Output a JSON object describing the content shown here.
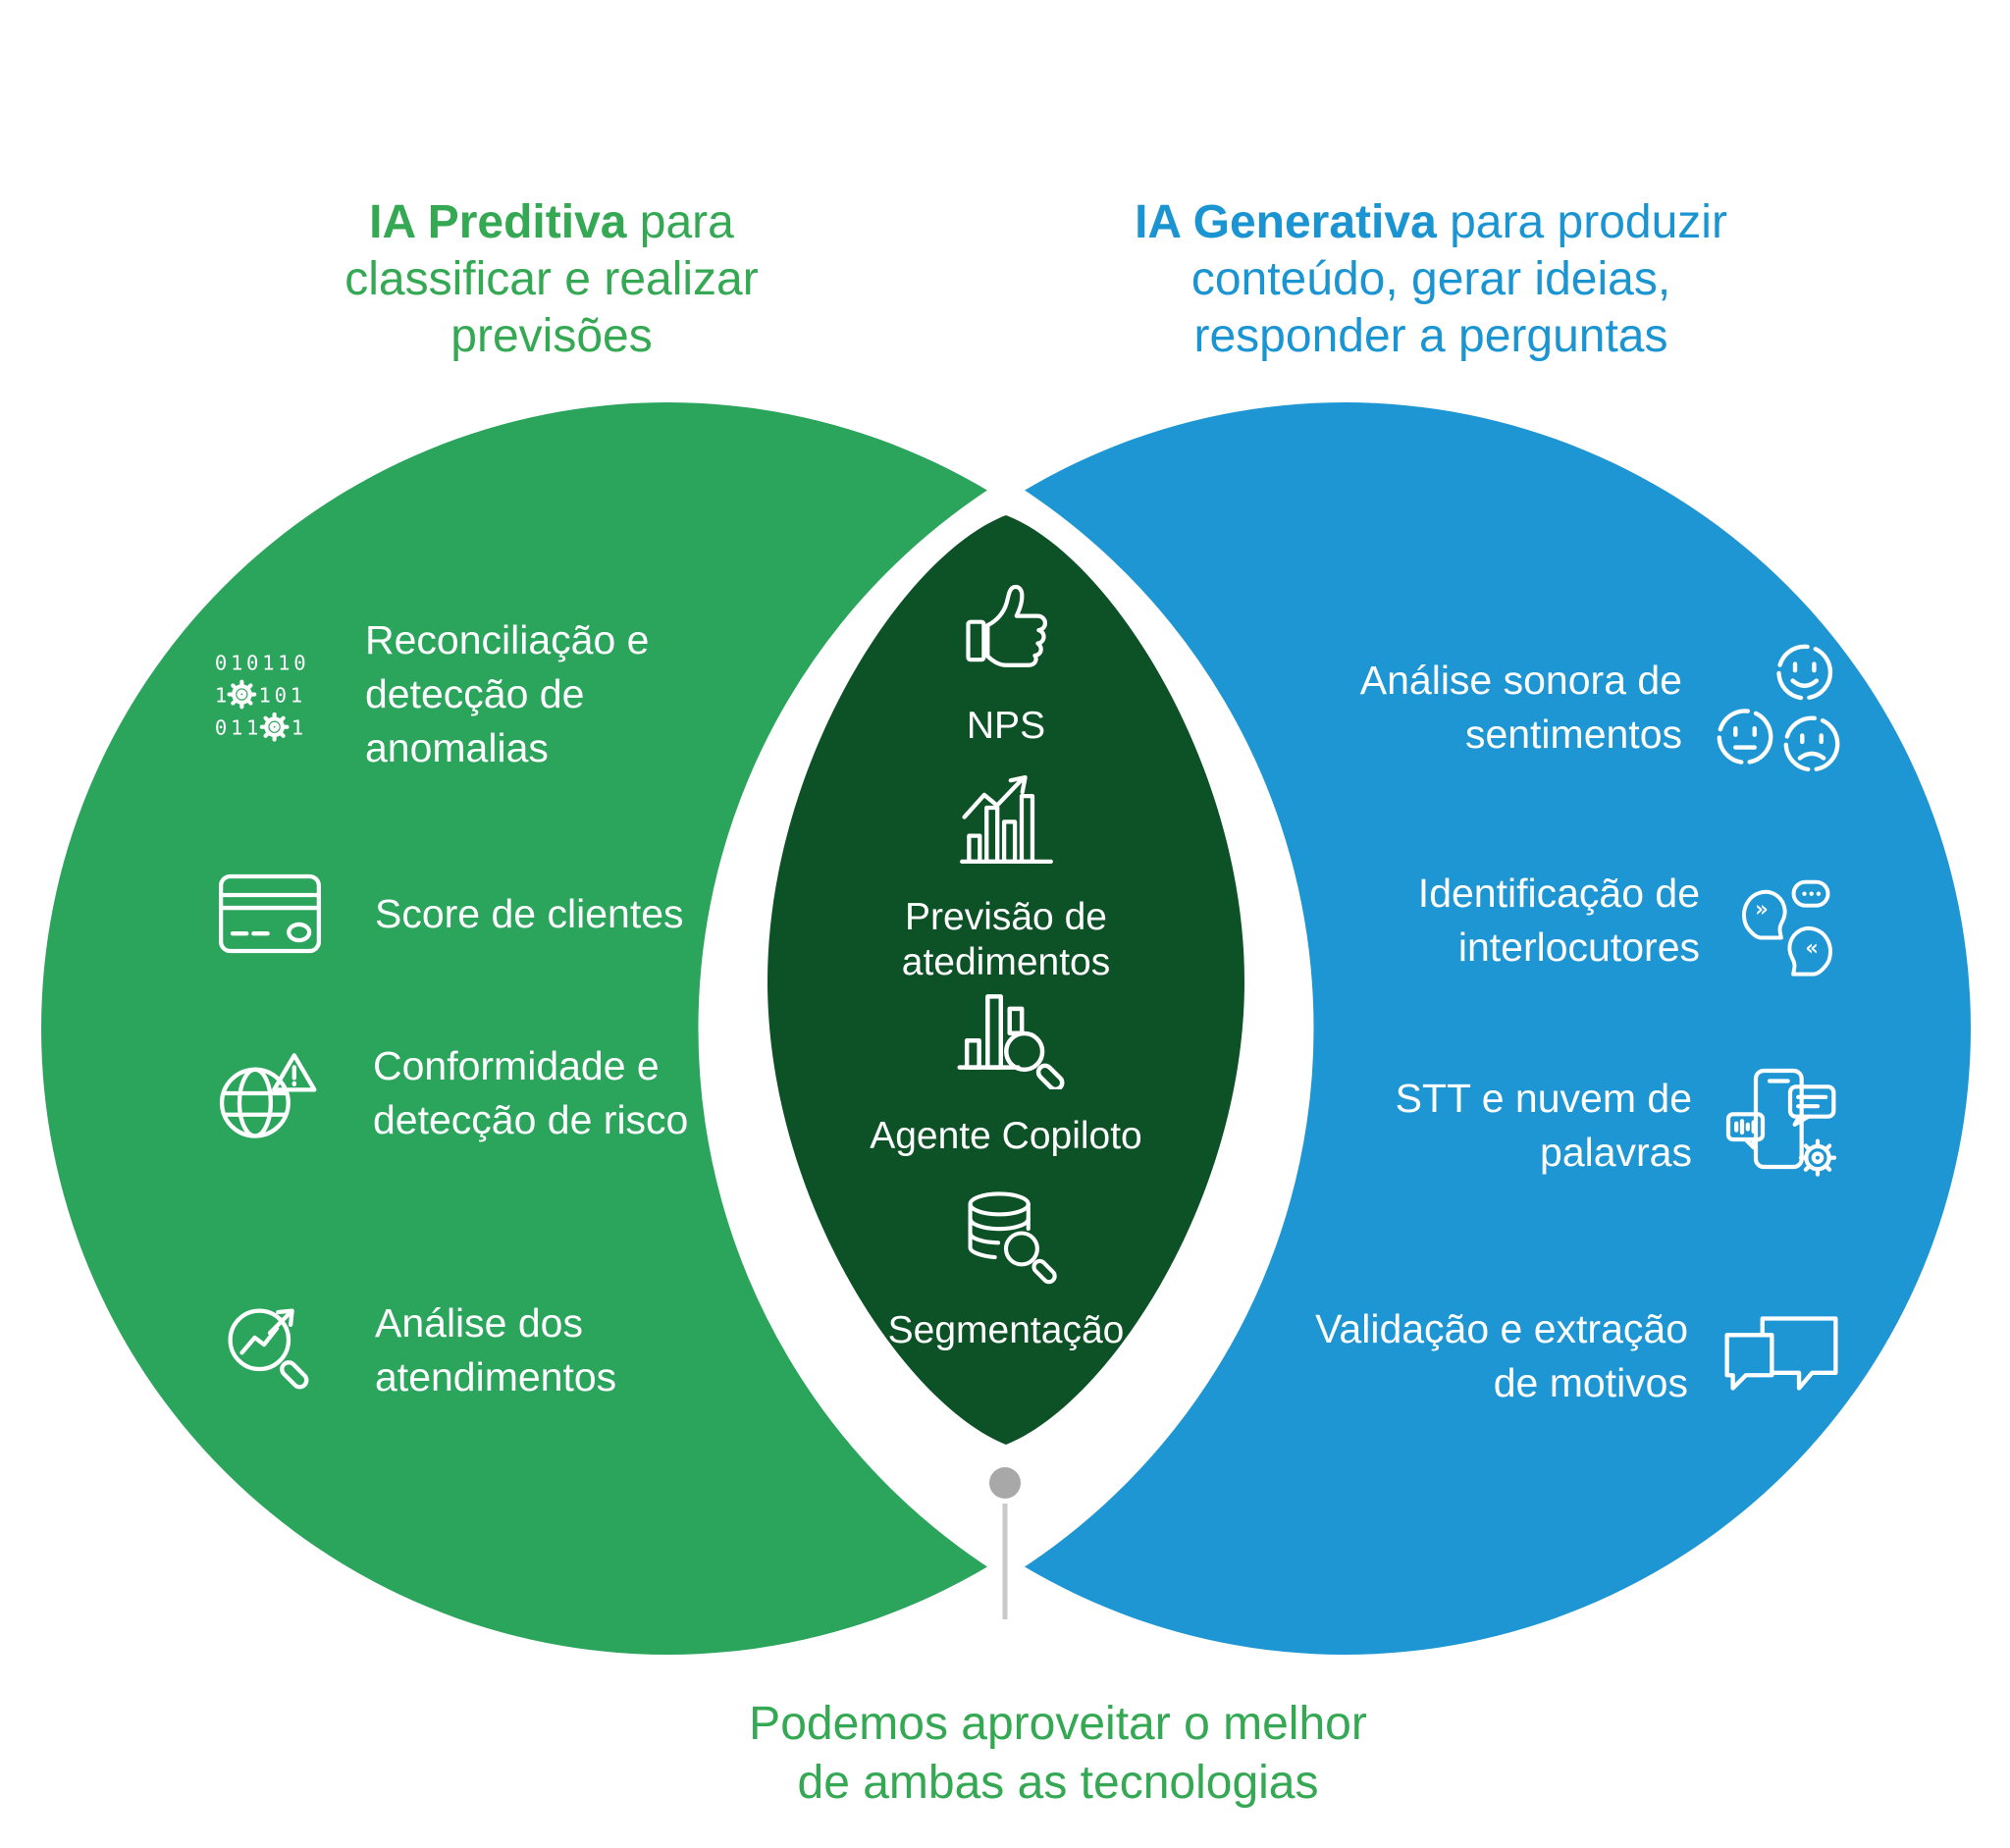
{
  "colors": {
    "green": "#2BA45C",
    "dark_green": "#0D5126",
    "blue": "#1F96D4",
    "title_green": "#34A853",
    "title_blue": "#1B95D2",
    "connector_line": "#C9C9C9",
    "dot_gray": "#A8A8A8"
  },
  "left_title": {
    "bold": "IA Preditiva",
    "rest": " para",
    "line2": "classificar e realizar",
    "line3": "previsões"
  },
  "right_title": {
    "bold": "IA Generativa",
    "rest": " para produzir",
    "line2": "conteúdo, gerar ideias,",
    "line3": "responder a perguntas"
  },
  "left_items": [
    {
      "icon": "binary-gears-icon",
      "lines": [
        "Reconciliação e",
        "detecção de",
        "anomalias"
      ]
    },
    {
      "icon": "credit-card-icon",
      "lines": [
        "Score de clientes"
      ]
    },
    {
      "icon": "globe-warning-icon",
      "lines": [
        "Conformidade e",
        "detecção de risco"
      ]
    },
    {
      "icon": "chart-magnifier-icon",
      "lines": [
        "Análise dos",
        "atendimentos"
      ]
    }
  ],
  "center_items": [
    {
      "icon": "thumbs-up-icon",
      "lines": [
        "NPS"
      ]
    },
    {
      "icon": "bar-chart-growth-icon",
      "lines": [
        "Previsão de",
        "atedimentos"
      ]
    },
    {
      "icon": "bars-search-icon",
      "lines": [
        "Agente Copiloto"
      ]
    },
    {
      "icon": "database-search-icon",
      "lines": [
        "Segmentação"
      ]
    }
  ],
  "right_items": [
    {
      "icon": "sentiment-faces-icon",
      "lines": [
        "Análise sonora de",
        "sentimentos"
      ]
    },
    {
      "icon": "interlocutors-icon",
      "lines": [
        "Identificação de",
        "interlocutores"
      ]
    },
    {
      "icon": "stt-phone-icon",
      "lines": [
        "STT e nuvem de",
        "palavras"
      ]
    },
    {
      "icon": "chat-bubbles-icon",
      "lines": [
        "Validação e extração",
        "de motivos"
      ]
    }
  ],
  "caption": {
    "line1": "Podemos aproveitar o melhor",
    "line2": "de ambas as tecnologias"
  },
  "icon_text": {
    "binary_r1": "010110",
    "binary_r2a": "1",
    "binary_r2b": "101",
    "binary_r3a": "011",
    "binary_r3b": "1",
    "speech_left": "»",
    "speech_right": "«"
  }
}
